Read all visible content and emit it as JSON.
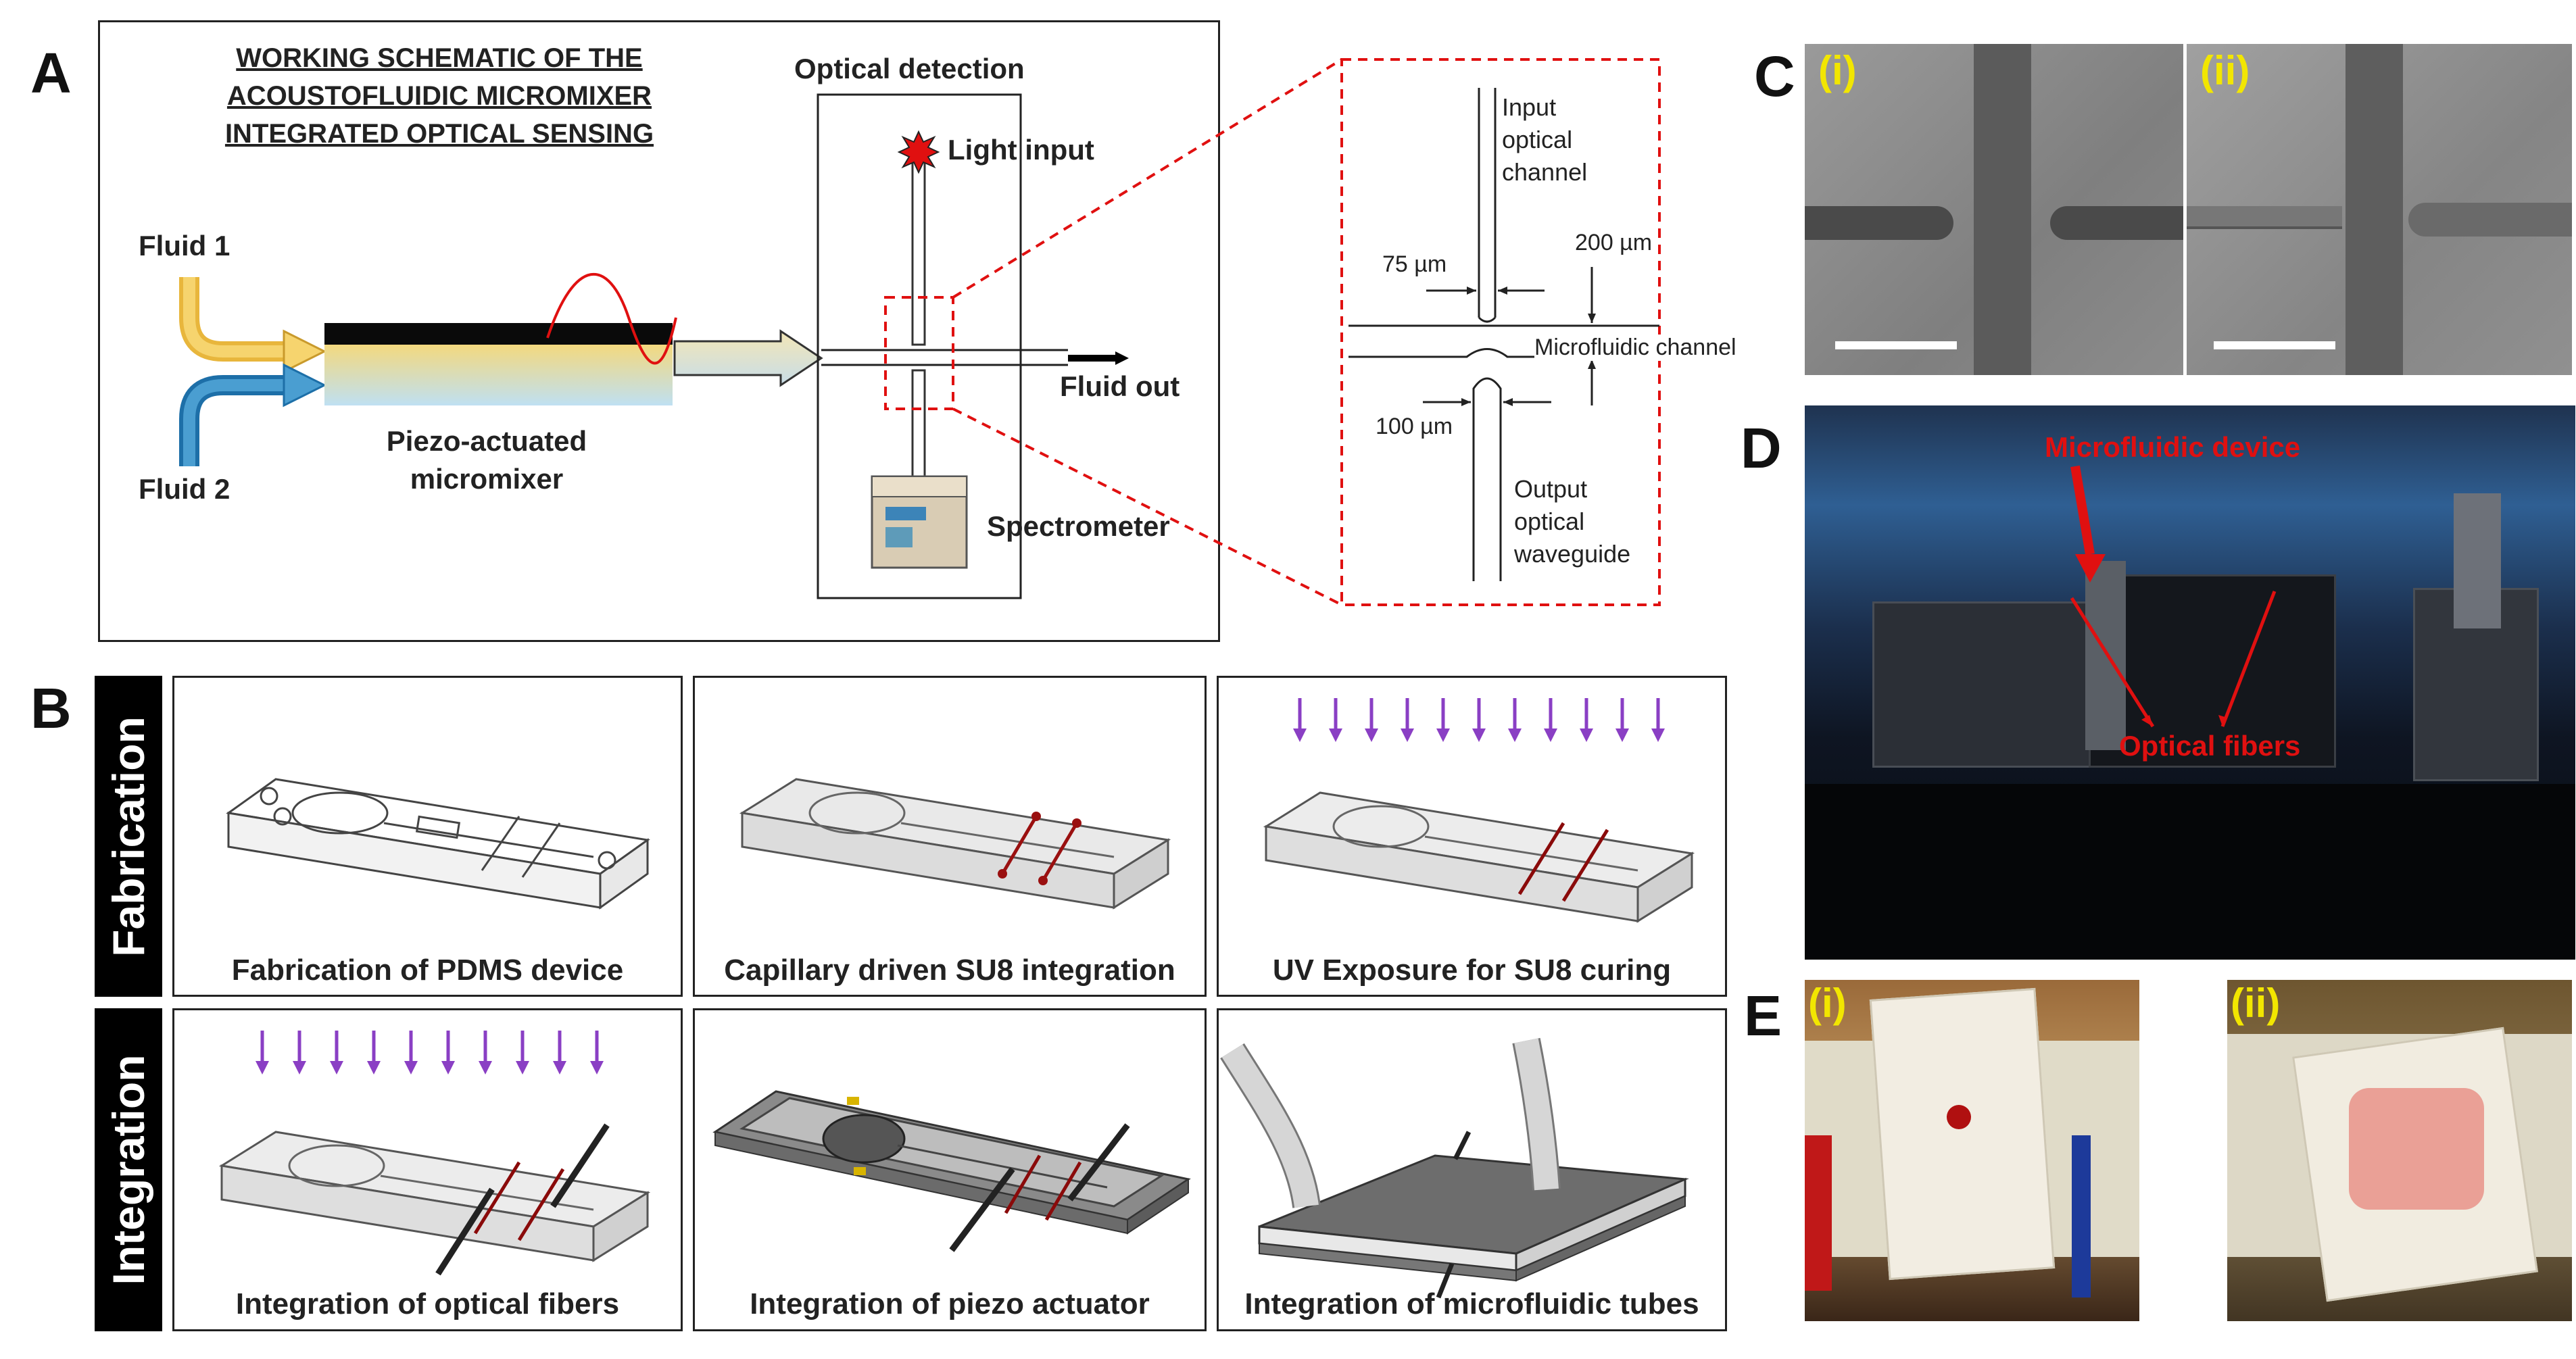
{
  "panels": {
    "a": {
      "letter": "A",
      "title_lines": [
        "WORKING SCHEMATIC OF THE",
        "ACOUSTOFLUIDIC MICROMIXER",
        "INTEGRATED OPTICAL SENSING"
      ],
      "fluid1": "Fluid 1",
      "fluid2": "Fluid 2",
      "mixer_lines": [
        "Piezo-actuated",
        "micromixer"
      ],
      "optical_detection": "Optical detection",
      "light_input": "Light input",
      "fluid_out": "Fluid out",
      "spectrometer": "Spectrometer",
      "detail": {
        "input_lines": [
          "Input",
          "optical",
          "channel"
        ],
        "dim_75": "75 µm",
        "dim_200": "200 µm",
        "microfluidic_channel": "Microfluidic channel",
        "dim_100": "100 µm",
        "output_lines": [
          "Output",
          "optical",
          "waveguide"
        ]
      }
    },
    "b": {
      "letter": "B",
      "tabs": [
        "Fabrication",
        "Integration"
      ],
      "captions": [
        "Fabrication of PDMS device",
        "Capillary driven SU8 integration",
        "UV Exposure for SU8 curing",
        "Integration of optical fibers",
        "Integration of piezo actuator",
        "Integration of microfluidic tubes"
      ]
    },
    "c": {
      "letter": "C",
      "sub": [
        "(i)",
        "(ii)"
      ]
    },
    "d": {
      "letter": "D",
      "microfluidic_device": "Microfluidic device",
      "optical_fibers": "Optical fibers"
    },
    "e": {
      "letter": "E",
      "sub": [
        "(i)",
        "(ii)"
      ]
    }
  },
  "colors": {
    "red": "#e01010",
    "purple": "#8a3fc4",
    "yellow": "#f2e600",
    "sem_gray": "#8a8a8a"
  }
}
